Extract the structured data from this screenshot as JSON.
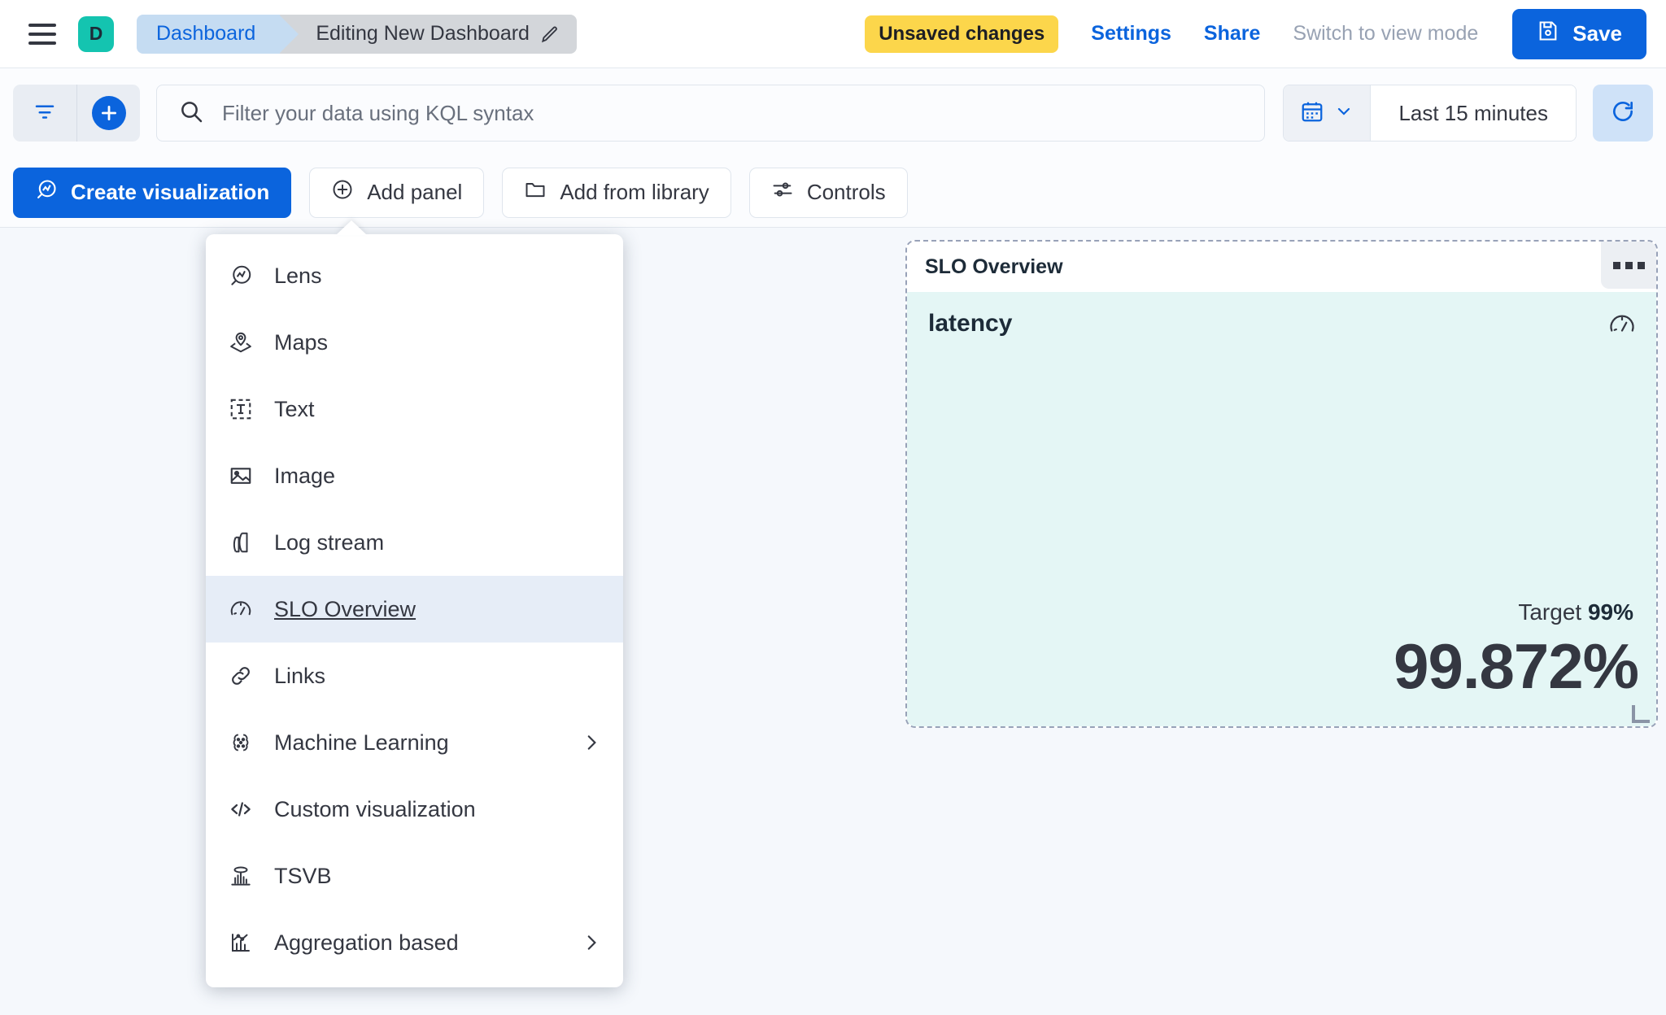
{
  "header": {
    "menu_icon": "hamburger-icon",
    "space_initial": "D",
    "breadcrumbs": [
      {
        "label": "Dashboard",
        "state": "link"
      },
      {
        "label": "Editing New Dashboard",
        "state": "current",
        "icon": "pencil-icon"
      }
    ],
    "unsaved_badge": "Unsaved changes",
    "settings_label": "Settings",
    "share_label": "Share",
    "view_mode_label": "Switch to view mode",
    "save_label": "Save",
    "save_icon": "save-disk-icon",
    "accent_color": "#0b64dd",
    "warning_color": "#fcd64b",
    "space_color": "#14c4b0"
  },
  "querybar": {
    "filter_icon": "filter-icon",
    "add_filter_icon": "plus-circle-icon",
    "search_icon": "search-icon",
    "search_value": "",
    "search_placeholder": "Filter your data using KQL syntax",
    "calendar_icon": "calendar-icon",
    "calendar_chevron": "chevron-down-icon",
    "time_range": "Last 15 minutes",
    "refresh_icon": "refresh-icon"
  },
  "toolbar": {
    "buttons": [
      {
        "label": "Create visualization",
        "icon": "lens-icon",
        "primary": true
      },
      {
        "label": "Add panel",
        "icon": "plus-circle-icon",
        "primary": false
      },
      {
        "label": "Add from library",
        "icon": "folder-icon",
        "primary": false
      },
      {
        "label": "Controls",
        "icon": "controls-icon",
        "primary": false
      }
    ]
  },
  "menu": {
    "items": [
      {
        "label": "Lens",
        "icon": "lens-icon",
        "selected": false,
        "has_submenu": false
      },
      {
        "label": "Maps",
        "icon": "maps-pin-icon",
        "selected": false,
        "has_submenu": false
      },
      {
        "label": "Text",
        "icon": "text-box-icon",
        "selected": false,
        "has_submenu": false
      },
      {
        "label": "Image",
        "icon": "image-icon",
        "selected": false,
        "has_submenu": false
      },
      {
        "label": "Log stream",
        "icon": "log-stream-icon",
        "selected": false,
        "has_submenu": false
      },
      {
        "label": "SLO Overview",
        "icon": "gauge-icon",
        "selected": true,
        "has_submenu": false
      },
      {
        "label": "Links",
        "icon": "link-icon",
        "selected": false,
        "has_submenu": false
      },
      {
        "label": "Machine Learning",
        "icon": "machine-learning-icon",
        "selected": false,
        "has_submenu": true
      },
      {
        "label": "Custom visualization",
        "icon": "code-icon",
        "selected": false,
        "has_submenu": false
      },
      {
        "label": "TSVB",
        "icon": "tsvb-icon",
        "selected": false,
        "has_submenu": false
      },
      {
        "label": "Aggregation based",
        "icon": "aggregation-icon",
        "selected": false,
        "has_submenu": true
      }
    ]
  },
  "slo_panel": {
    "title": "SLO Overview",
    "panel_menu_icon": "panel-context-menu-icon",
    "metric_name": "latency",
    "gauge_icon": "gauge-icon",
    "target_label": "Target",
    "target_value": "99%",
    "sli_value": "99.872%",
    "body_color": "#e4f6f5",
    "border_color": "#98a2b8"
  }
}
